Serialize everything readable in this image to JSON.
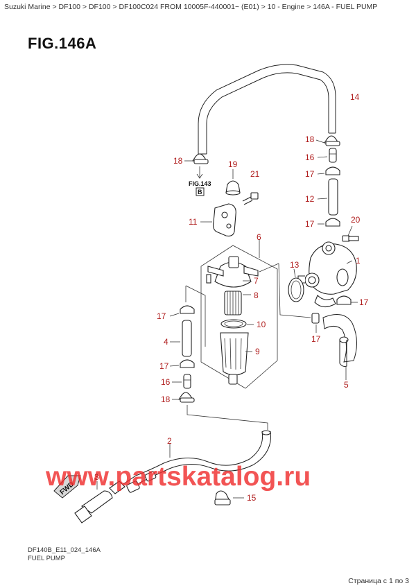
{
  "breadcrumb": "Suzuki Marine > DF100 > DF100 > DF100C024 FROM 10005F-440001~ (E01) > 10 - Engine > 146A - FUEL PUMP",
  "figure_title": "FIG.146A",
  "fig_ref": {
    "label": "FIG.143",
    "box": "B"
  },
  "callouts": [
    "14",
    "18",
    "16",
    "17",
    "12",
    "17",
    "20",
    "1",
    "13",
    "17",
    "17",
    "5",
    "19",
    "21",
    "18",
    "11",
    "6",
    "7",
    "8",
    "10",
    "9",
    "17",
    "4",
    "17",
    "16",
    "18",
    "2",
    "3",
    "15"
  ],
  "watermark": "www.partskatalog.ru",
  "fwd_label": "FWD",
  "footer": {
    "code": "DF140B_E11_024_146A",
    "name": "FUEL PUMP"
  },
  "pager": "Страница с 1 по 3",
  "colors": {
    "callout": "#b01e1e",
    "watermark": "#ef2e2e",
    "line": "#222222"
  }
}
